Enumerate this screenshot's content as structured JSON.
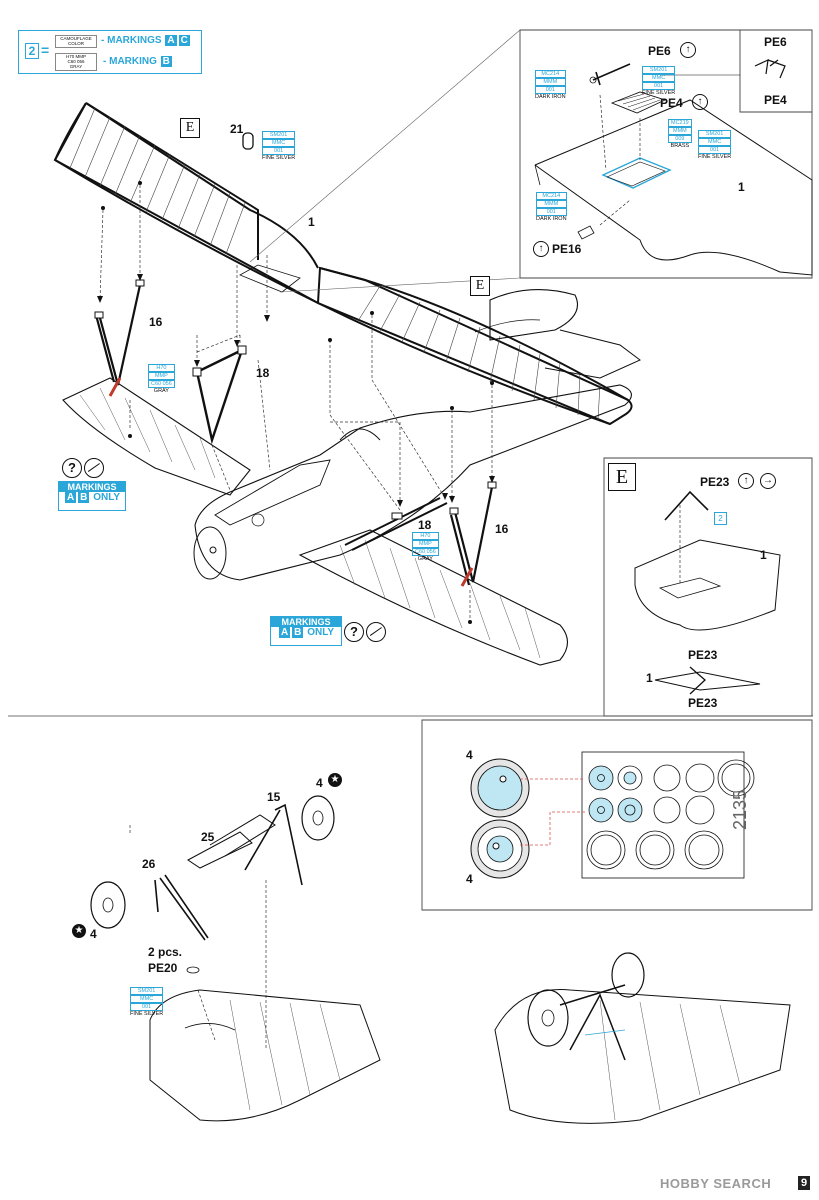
{
  "legend": {
    "step": "2",
    "equals": "=",
    "row1_swatch": [
      "CAMOUFLAGE",
      "COLOR"
    ],
    "row1_text": "- MARKINGS",
    "row1_letters": [
      "A",
      "C"
    ],
    "row2_swatch": [
      "H70",
      "MMP",
      "C60",
      "056",
      "GRAY"
    ],
    "row2_text": "- MARKING",
    "row2_letters": [
      "B"
    ]
  },
  "part_labels": {
    "p1_main": "1",
    "p21": "21",
    "p16_left": "16",
    "p18_top": "18",
    "p18_bottom": "18",
    "p16_right": "16",
    "p1_inset": "1",
    "p1_e_inset": "1",
    "p1_pe23": "1",
    "p4_top": "4",
    "p4_bottom": "4",
    "p15": "15",
    "p25": "25",
    "p26": "26",
    "p4_wheel_right": "4",
    "p4_wheel_left": "4"
  },
  "pe_labels": {
    "pe6": "PE6",
    "pe4": "PE4",
    "pe6_side": "PE6",
    "pe4_side": "PE4",
    "pe16": "PE16",
    "pe23_top": "PE23",
    "pe23_mid": "PE23",
    "pe23_bottom": "PE23",
    "pe20_count": "2 pcs.",
    "pe20": "PE20"
  },
  "paints": {
    "sm201_top": {
      "code1": "SM201",
      "code2": "MMC",
      "code3": "001",
      "name": "FINE SILVER"
    },
    "mc214_pe6": {
      "code1": "MC214",
      "code2": "MMM",
      "code3": "001",
      "name": "DARK IRON"
    },
    "sm201_pe6": {
      "code1": "SM201",
      "code2": "MMC",
      "code3": "001",
      "name": "FINE SILVER"
    },
    "mc219": {
      "code1": "MC219",
      "code2": "MMM",
      "code3": "009",
      "name": "BRASS"
    },
    "sm201_pe4": {
      "code1": "SM201",
      "code2": "MMC",
      "code3": "001",
      "name": "FINE SILVER"
    },
    "mc214_pe16": {
      "code1": "MC214",
      "code2": "MMM",
      "code3": "001",
      "name": "DARK IRON"
    },
    "h70_left": {
      "code1": "H70",
      "code2": "MMP",
      "code3": "C60 056",
      "name": "GRAY"
    },
    "h70_right": {
      "code1": "H70",
      "code2": "MMP",
      "code3": "C60 056",
      "name": "GRAY"
    },
    "sm201_pe20": {
      "code1": "SM201",
      "code2": "MMC",
      "code3": "001",
      "name": "FINE SILVER"
    }
  },
  "callouts": {
    "e_top": "E",
    "e_right": "E",
    "e_inset": "E",
    "ref2": "2",
    "markings_left_title": "MARKINGS",
    "markings_left_letters": [
      "A",
      "B"
    ],
    "markings_left_only": "ONLY",
    "markings_right_title": "MARKINGS",
    "markings_right_letters": [
      "A",
      "B"
    ],
    "markings_right_only": "ONLY",
    "question": "?"
  },
  "mask_sheet": {
    "number": "2135"
  },
  "footer": {
    "watermark": "HOBBY SEARCH",
    "page_number": "9"
  }
}
